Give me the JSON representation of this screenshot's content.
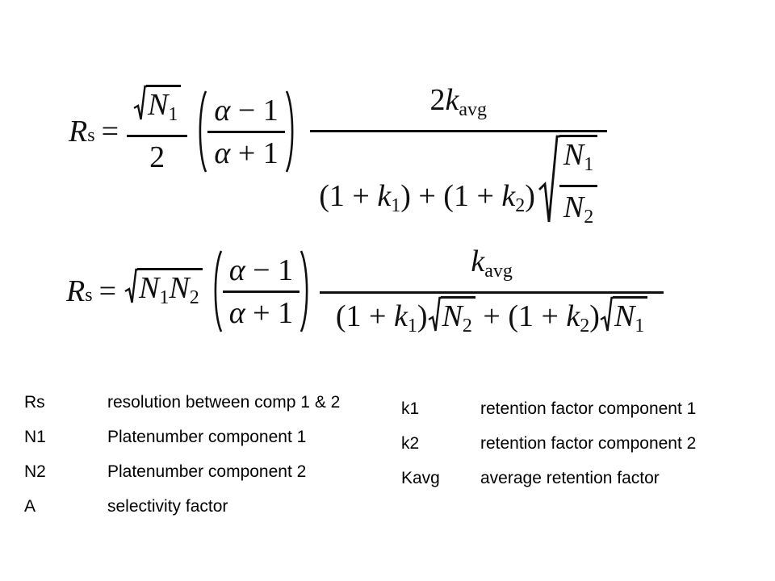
{
  "slide": {
    "background": "#ffffff",
    "ink": "#101010"
  },
  "icons": {
    "sqrt": "√",
    "paren_open": "(",
    "paren_close": ")"
  },
  "formulas": {
    "f1": {
      "lhs": {
        "base": "R",
        "sub": "s",
        "eq": "="
      },
      "coef": {
        "rad_base": "N",
        "rad_sub": "1",
        "den": "2"
      },
      "sel": {
        "num_var": "α",
        "num_rest": " − 1",
        "den_var": "α",
        "den_rest": " + 1"
      },
      "main": {
        "num_coef": "2",
        "num_var": "k",
        "num_sub": "avg",
        "den_t1": "(1 + ",
        "den_v1": "k",
        "den_s1": "1",
        "den_t2": ") + (1 + ",
        "den_v2": "k",
        "den_s2": "2",
        "den_t3": ")",
        "rad_num_base": "N",
        "rad_num_sub": "1",
        "rad_den_base": "N",
        "rad_den_sub": "2"
      }
    },
    "f2": {
      "lhs": {
        "base": "R",
        "sub": "s",
        "eq": "="
      },
      "coef": {
        "b1": "N",
        "s1": "1",
        "b2": "N",
        "s2": "2"
      },
      "sel": {
        "num_var": "α",
        "num_rest": " − 1",
        "den_var": "α",
        "den_rest": " + 1"
      },
      "main": {
        "num_var": "k",
        "num_sub": "avg",
        "den_t1": "(1 + ",
        "den_v1": "k",
        "den_s1": "1",
        "den_t2": ")",
        "rad1_base": "N",
        "rad1_sub": "2",
        "den_t3": " + (1 + ",
        "den_v2": "k",
        "den_s2": "2",
        "den_t4": ")",
        "rad2_base": "N",
        "rad2_sub": "1"
      }
    }
  },
  "legend": {
    "left": [
      {
        "symbol": "Rs",
        "desc": "resolution between comp 1 & 2"
      },
      {
        "symbol": "N1",
        "desc": "Platenumber component 1"
      },
      {
        "symbol": "N2",
        "desc": "Platenumber component 2"
      },
      {
        "symbol": "A",
        "desc": "selectivity factor"
      }
    ],
    "right": [
      {
        "symbol": "k1",
        "desc": "retention factor component 1"
      },
      {
        "symbol": "k2",
        "desc": "retention factor component 2"
      },
      {
        "symbol": "Kavg",
        "desc": "average retention factor"
      }
    ]
  }
}
